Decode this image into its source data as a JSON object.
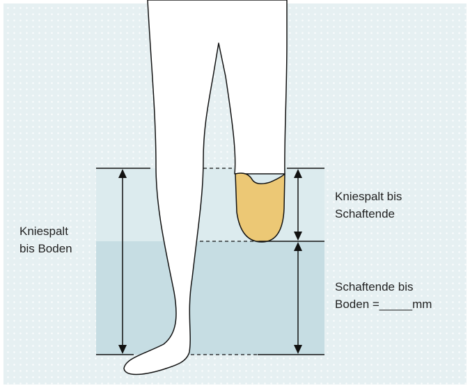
{
  "labels": {
    "knee_to_floor": [
      "Kniespalt",
      "bis Boden"
    ],
    "knee_to_socket_end": [
      "Kniespalt bis",
      "Schaftende"
    ],
    "socket_end_to_floor": [
      "Schaftende bis",
      "Boden =_____mm"
    ]
  },
  "colors": {
    "background": "#e6f0f2",
    "upper_band": "#dcebee",
    "lower_band": "#c6dde3",
    "socket": "#ecc875",
    "leg_fill": "#ffffff",
    "outline": "#111111"
  }
}
